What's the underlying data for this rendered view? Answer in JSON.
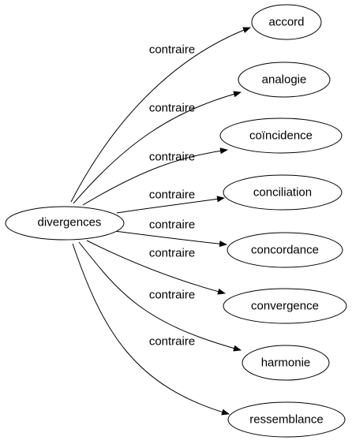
{
  "source": {
    "label": "divergences"
  },
  "relation": "contraire",
  "targets": [
    {
      "label": "accord"
    },
    {
      "label": "analogie"
    },
    {
      "label": "coïncidence"
    },
    {
      "label": "conciliation"
    },
    {
      "label": "concordance"
    },
    {
      "label": "convergence"
    },
    {
      "label": "harmonie"
    },
    {
      "label": "ressemblance"
    }
  ]
}
